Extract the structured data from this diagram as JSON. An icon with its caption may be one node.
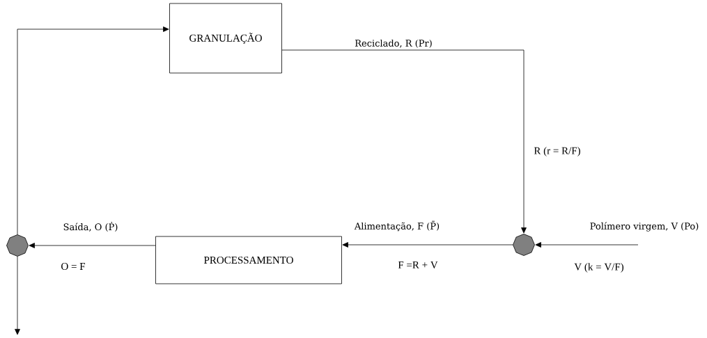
{
  "diagram": {
    "nodes": [
      {
        "text": [
          "GRANULAÇÃO"
        ]
      },
      {
        "text": [
          "PROCESSAMENTO"
        ]
      },
      {
        "text": [],
        "shape": "octagon"
      },
      {
        "text": [],
        "shape": "octagon"
      }
    ],
    "edges": [
      {
        "from": 0,
        "to": 3,
        "arrow": "to",
        "label": "Reciclado, R (Pr)"
      },
      {
        "from": null,
        "to": 3,
        "arrow": "to",
        "label": "Polímero virgem, V (Po)"
      },
      {
        "from": 3,
        "to": 1,
        "arrow": "to",
        "label": "Alimentação, F (P̄)"
      },
      {
        "from": 1,
        "to": 2,
        "arrow": "to",
        "label": "Saída, O (Ṗ)"
      },
      {
        "from": 2,
        "to": null,
        "arrow": "to"
      },
      {
        "from": 2,
        "to": 0,
        "arrow": "to"
      }
    ],
    "labels": [
      "R (r = R/F)",
      "V (k = V/F)",
      "F =R + V",
      "O = F"
    ]
  }
}
